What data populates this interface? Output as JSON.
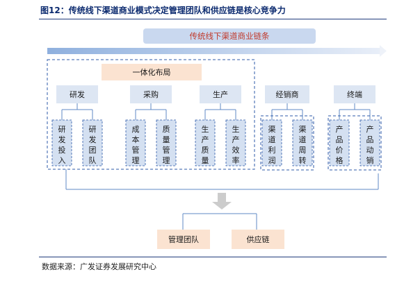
{
  "title": "图12：传统线下渠道商业模式决定管理团队和供应链是核心竞争力",
  "banner": "传统线下渠道商业链条",
  "integrated_label": "一体化布局",
  "groups": [
    {
      "label": "研发",
      "items": [
        "研发投入",
        "研发团队"
      ]
    },
    {
      "label": "采购",
      "items": [
        "成本管理",
        "质量管理"
      ]
    },
    {
      "label": "生产",
      "items": [
        "生产质量",
        "生产效率"
      ]
    },
    {
      "label": "经销商",
      "items": [
        "渠道利润",
        "渠道周转"
      ]
    },
    {
      "label": "终端",
      "items": [
        "产品价格",
        "产品动销"
      ]
    }
  ],
  "outcomes": [
    "管理团队",
    "供应链"
  ],
  "source": "数据来源：广发证券发展研究中心",
  "colors": {
    "header_box": "#dde6f3",
    "item_box": "#d4e0f1",
    "peach": "#fbe3d1",
    "banner": "#c9d8ef",
    "arrow_grad_start": "#9db7e0",
    "connector": "#5f8ac6",
    "dash": "#2d5aa8",
    "down_arrow": "#cccccc"
  }
}
